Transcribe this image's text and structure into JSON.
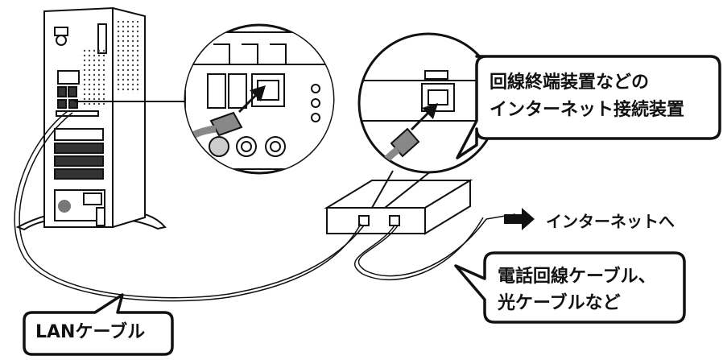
{
  "callouts": {
    "device_line1": "回線終端装置などの",
    "device_line2": "インターネット接続装置",
    "internet": "インターネットへ",
    "phone_line1": "電話回線ケーブル、",
    "phone_line2": "光ケーブルなど",
    "lan": "LANケーブル"
  },
  "colors": {
    "line": "#111111",
    "fill": "#ffffff",
    "cable_gray": "#9a9a9a",
    "arrow": "#111111"
  }
}
